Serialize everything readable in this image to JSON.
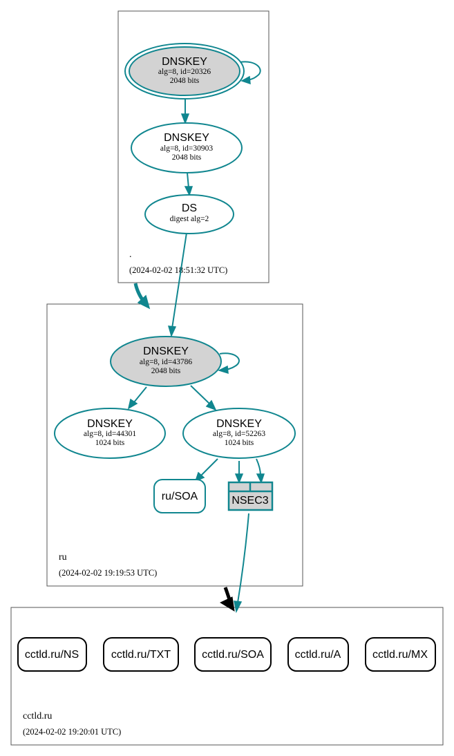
{
  "zones": {
    "root": {
      "name": ".",
      "timestamp": "(2024-02-02 18:51:32 UTC)"
    },
    "ru": {
      "name": "ru",
      "timestamp": "(2024-02-02 19:19:53 UTC)"
    },
    "cctld": {
      "name": "cctld.ru",
      "timestamp": "(2024-02-02 19:20:01 UTC)"
    }
  },
  "nodes": {
    "root_ksk": {
      "title": "DNSKEY",
      "line1": "alg=8, id=20326",
      "line2": "2048 bits"
    },
    "root_zsk": {
      "title": "DNSKEY",
      "line1": "alg=8, id=30903",
      "line2": "2048 bits"
    },
    "root_ds": {
      "title": "DS",
      "line1": "digest alg=2"
    },
    "ru_ksk": {
      "title": "DNSKEY",
      "line1": "alg=8, id=43786",
      "line2": "2048 bits"
    },
    "ru_zsk1": {
      "title": "DNSKEY",
      "line1": "alg=8, id=44301",
      "line2": "1024 bits"
    },
    "ru_zsk2": {
      "title": "DNSKEY",
      "line1": "alg=8, id=52263",
      "line2": "1024 bits"
    },
    "ru_soa": {
      "label": "ru/SOA"
    },
    "nsec3": {
      "label": "NSEC3"
    }
  },
  "cctld_records": [
    {
      "label": "cctld.ru/NS"
    },
    {
      "label": "cctld.ru/TXT"
    },
    {
      "label": "cctld.ru/SOA"
    },
    {
      "label": "cctld.ru/A"
    },
    {
      "label": "cctld.ru/MX"
    }
  ],
  "colors": {
    "edge": "#10868f",
    "key_fill": "#d3d3d3",
    "delegation_insecure": "#000000"
  }
}
